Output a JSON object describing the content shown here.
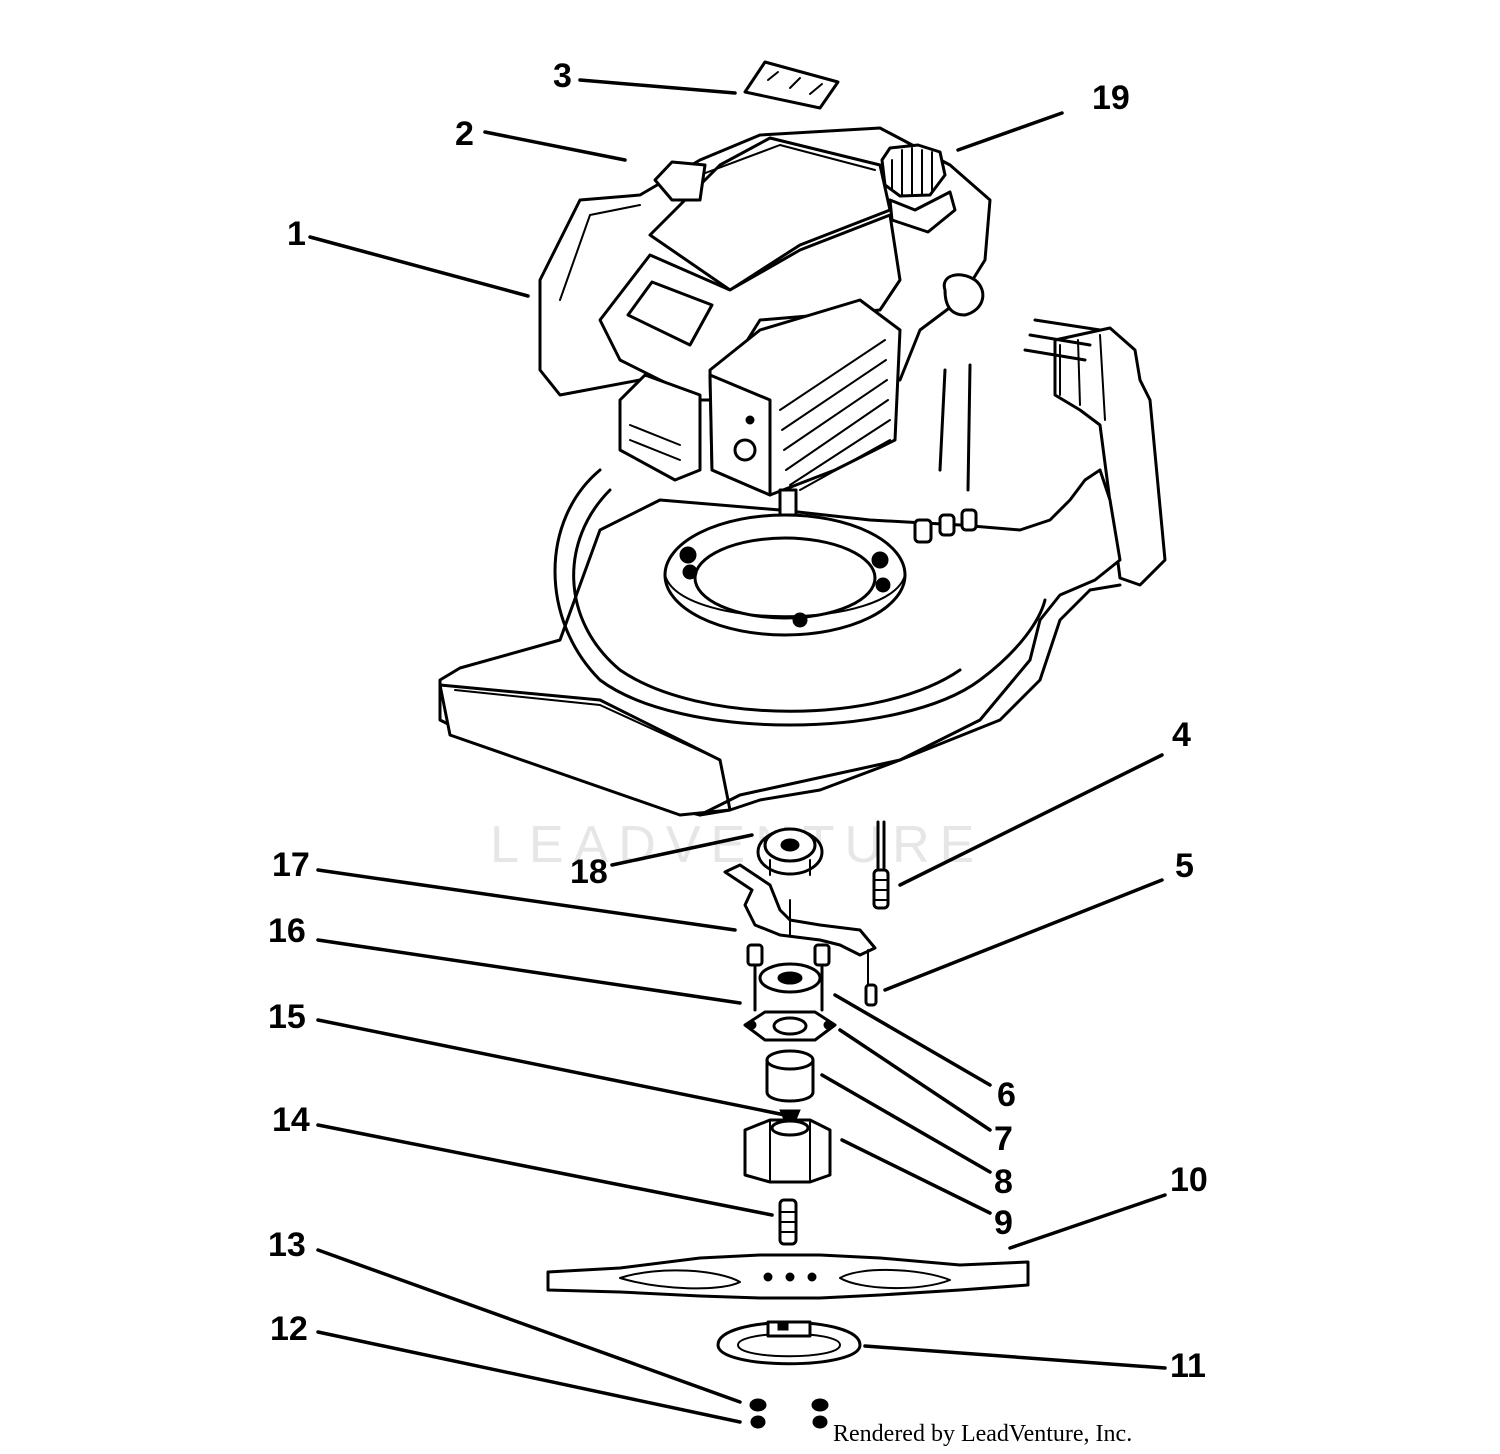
{
  "callouts": [
    {
      "id": "1",
      "label": "1"
    },
    {
      "id": "2",
      "label": "2"
    },
    {
      "id": "3",
      "label": "3"
    },
    {
      "id": "4",
      "label": "4"
    },
    {
      "id": "5",
      "label": "5"
    },
    {
      "id": "6",
      "label": "6"
    },
    {
      "id": "7",
      "label": "7"
    },
    {
      "id": "8",
      "label": "8"
    },
    {
      "id": "9",
      "label": "9"
    },
    {
      "id": "10",
      "label": "10"
    },
    {
      "id": "11",
      "label": "11"
    },
    {
      "id": "12",
      "label": "12"
    },
    {
      "id": "13",
      "label": "13"
    },
    {
      "id": "14",
      "label": "14"
    },
    {
      "id": "15",
      "label": "15"
    },
    {
      "id": "16",
      "label": "16"
    },
    {
      "id": "17",
      "label": "17"
    },
    {
      "id": "18",
      "label": "18"
    },
    {
      "id": "19",
      "label": "19"
    }
  ],
  "watermark": "LEADVENTURE",
  "footer": "Rendered by LeadVenture, Inc.",
  "colors": {
    "ink": "#000000",
    "background": "#ffffff",
    "watermark": "#e6e6e6"
  }
}
